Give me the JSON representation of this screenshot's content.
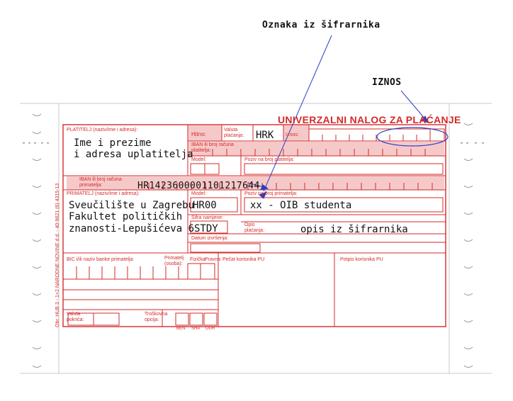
{
  "annotations": {
    "code_label": "Oznaka iz šifrarnika",
    "amount_label": "IZNOS"
  },
  "form": {
    "title": "UNIVERZALNI NALOG ZA PLAĆANJE",
    "side_print": "Obr. HUB 3 - 1+2 NARODNE NOVINE d.d. - 40-9621 (6) 4315-13",
    "payer_label": "PLATITELJ (naziv/ime i adresa):",
    "urgent_label": "Hitno:",
    "currency_label": "Valuta plaćanja:",
    "amount_field_label": "Iznos:",
    "payer_iban_label": "IBAN ili broj računa platitelja:",
    "model_label": "Model:",
    "payer_reference_label": "Poziv na broj platitelja:",
    "recipient_iban_label": "IBAN ili broj računa primatelja:",
    "recipient_label": "PRIMATELJ (naziv/ime i adresa):",
    "recipient_model_label": "Model:",
    "recipient_reference_label": "Poziv na broj primatelja:",
    "purpose_code_label": "Šifra namjene:",
    "description_label": "Opis plaćanja:",
    "execution_date_label": "Datum izvršenja:",
    "bic_label": "BIC i/ili naziv banke primatelja:",
    "recipient_person_label": "Primatelj (osoba):",
    "natural_person_label": "Fizička",
    "legal_person_label": "Pravna",
    "stamp_label": "Pečat korisnika PU",
    "signature_label": "Potpis korisnika PU",
    "coverage_currency_label": "Valuta pokrića:",
    "fee_option_label": "Troškovna opcija:",
    "fee_options": [
      "BEN",
      "SHA",
      "OUR"
    ]
  },
  "filled": {
    "payer_name_line1": "Ime i prezime",
    "payer_name_line2": "i adresa uplatitelja",
    "currency": "HRK",
    "recipient_iban": "HR1423600001101217644",
    "recipient_line1": "Sveučilište u Zagrebu",
    "recipient_line2": "Fakultet političkih",
    "recipient_line3": "znanosti-Lepušićeva 6",
    "model": "HR00",
    "reference": "xx - OIB studenta",
    "purpose_code": "STDY",
    "description": "opis iz šifrarnika"
  },
  "colors": {
    "form_red": "#d42a2a",
    "shade_pink": "#f6c9c9",
    "ink": "#111111",
    "annotation_blue": "#2b3fc4"
  }
}
